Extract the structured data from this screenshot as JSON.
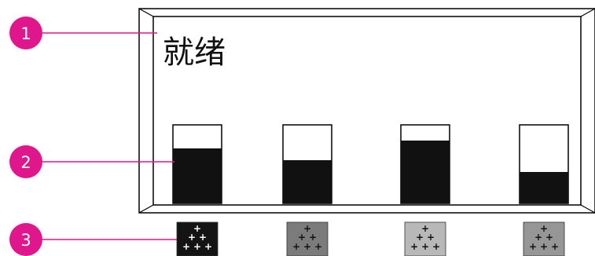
{
  "display": {
    "status_text": "就绪"
  },
  "callouts": [
    {
      "number": "1",
      "color": "#e0168c"
    },
    {
      "number": "2",
      "color": "#e0168c"
    },
    {
      "number": "3",
      "color": "#e0168c"
    }
  ],
  "supply_gauges": [
    {
      "level": 0.7
    },
    {
      "level": 0.55
    },
    {
      "level": 0.8
    },
    {
      "level": 0.4
    }
  ],
  "supply_icons": [
    {
      "icon": "toner-cartridge-icon",
      "shade": "#141414"
    },
    {
      "icon": "toner-cartridge-icon",
      "shade": "#7b7b7b"
    },
    {
      "icon": "toner-cartridge-icon",
      "shade": "#b8b8b8"
    },
    {
      "icon": "toner-cartridge-icon",
      "shade": "#969696"
    }
  ]
}
